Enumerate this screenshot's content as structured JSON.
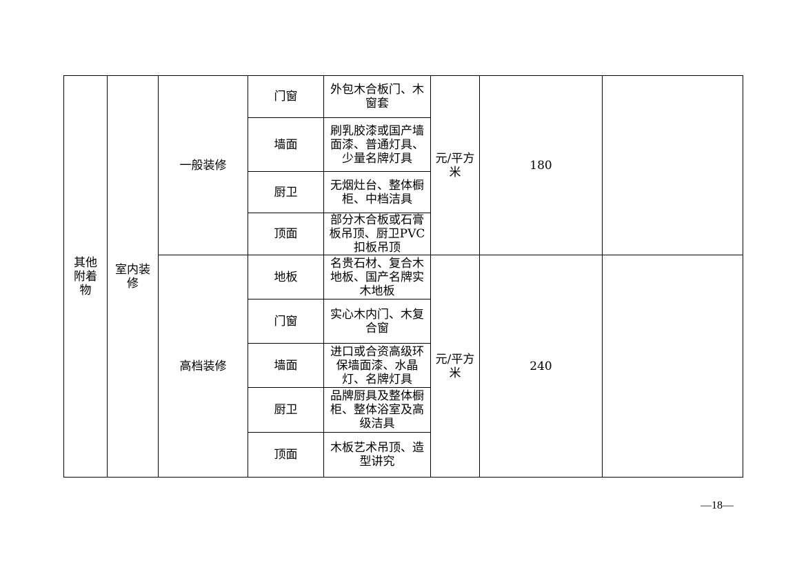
{
  "table": {
    "category": "其他附着物",
    "subcategory": "室内装修",
    "groups": [
      {
        "grade": "一般装修",
        "unit": "元/平方米",
        "price": "180",
        "items": [
          {
            "part": "门窗",
            "desc": "外包木合板门、木窗套"
          },
          {
            "part": "墙面",
            "desc": "刷乳胶漆或国产墙面漆、普通灯具、少量名牌灯具"
          },
          {
            "part": "厨卫",
            "desc": "无烟灶台、整体橱柜、中档洁具"
          },
          {
            "part": "顶面",
            "desc": "部分木合板或石膏板吊顶、厨卫PVC扣板吊顶"
          }
        ]
      },
      {
        "grade": "高档装修",
        "unit": "元/平方米",
        "price": "240",
        "items": [
          {
            "part": "地板",
            "desc": "名贵石材、复合木地板、国产名牌实木地板"
          },
          {
            "part": "门窗",
            "desc": "实心木内门、木复合窗"
          },
          {
            "part": "墙面",
            "desc": "进口或合资高级环保墙面漆、水晶灯、名牌灯具"
          },
          {
            "part": "厨卫",
            "desc": "品牌厨具及整体橱柜、整体浴室及高级洁具"
          },
          {
            "part": "顶面",
            "desc": "木板艺术吊顶、造型讲究"
          }
        ]
      }
    ]
  },
  "page_number": "—18—"
}
